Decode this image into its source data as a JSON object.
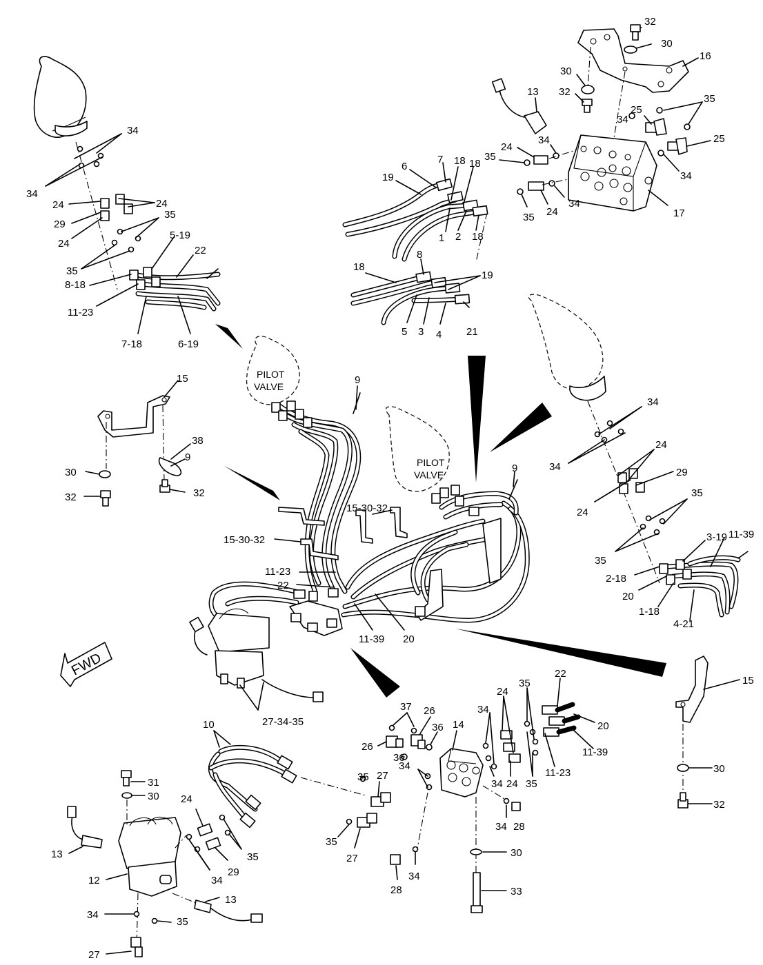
{
  "diagram": {
    "captions": {
      "pilot_valve_1": [
        "PILOT",
        "VALVE"
      ],
      "pilot_valve_2": [
        "PILOT",
        "VALVE"
      ],
      "fwd": "FWD"
    },
    "callouts": [
      {
        "id": "c-32-top",
        "text": "32"
      },
      {
        "id": "c-30-top",
        "text": "30"
      },
      {
        "id": "c-16",
        "text": "16"
      },
      {
        "id": "c-30-b",
        "text": "30"
      },
      {
        "id": "c-32-b",
        "text": "32"
      },
      {
        "id": "c-13-top",
        "text": "13"
      },
      {
        "id": "c-25-a",
        "text": "25"
      },
      {
        "id": "c-34-a",
        "text": "34"
      },
      {
        "id": "c-35-top",
        "text": "35"
      },
      {
        "id": "c-25-b",
        "text": "25"
      },
      {
        "id": "c-34-c",
        "text": "34"
      },
      {
        "id": "c-24-a",
        "text": "24"
      },
      {
        "id": "c-35-c",
        "text": "35"
      },
      {
        "id": "c-34-d",
        "text": "34"
      },
      {
        "id": "c-17",
        "text": "17"
      },
      {
        "id": "c-35-d",
        "text": "35"
      },
      {
        "id": "c-24-d",
        "text": "24"
      },
      {
        "id": "c-34-e",
        "text": "34"
      },
      {
        "id": "c-19-a",
        "text": "19"
      },
      {
        "id": "c-6",
        "text": "6"
      },
      {
        "id": "c-7",
        "text": "7"
      },
      {
        "id": "c-18-a",
        "text": "18"
      },
      {
        "id": "c-18-b",
        "text": "18"
      },
      {
        "id": "c-1",
        "text": "1"
      },
      {
        "id": "c-2",
        "text": "2"
      },
      {
        "id": "c-18-c",
        "text": "18"
      },
      {
        "id": "c-18-d",
        "text": "18"
      },
      {
        "id": "c-8",
        "text": "8"
      },
      {
        "id": "c-19-b",
        "text": "19"
      },
      {
        "id": "c-5",
        "text": "5"
      },
      {
        "id": "c-3",
        "text": "3"
      },
      {
        "id": "c-4",
        "text": "4"
      },
      {
        "id": "c-21",
        "text": "21"
      },
      {
        "id": "c-34-l1",
        "text": "34"
      },
      {
        "id": "c-34-l2",
        "text": "34"
      },
      {
        "id": "c-24-l1",
        "text": "24"
      },
      {
        "id": "c-24-l2",
        "text": "24"
      },
      {
        "id": "c-29-l",
        "text": "29"
      },
      {
        "id": "c-24-l3",
        "text": "24"
      },
      {
        "id": "c-35-l1",
        "text": "35"
      },
      {
        "id": "c-35-l2",
        "text": "35"
      },
      {
        "id": "c-5-19",
        "text": "5-19"
      },
      {
        "id": "c-22-l",
        "text": "22"
      },
      {
        "id": "c-8-18",
        "text": "8-18"
      },
      {
        "id": "c-11-23-l",
        "text": "11-23"
      },
      {
        "id": "c-7-18",
        "text": "7-18"
      },
      {
        "id": "c-6-19",
        "text": "6-19"
      },
      {
        "id": "c-9-a",
        "text": "9"
      },
      {
        "id": "c-15-a",
        "text": "15"
      },
      {
        "id": "c-38",
        "text": "38"
      },
      {
        "id": "c-9-b",
        "text": "9"
      },
      {
        "id": "c-30-l",
        "text": "30"
      },
      {
        "id": "c-32-l1",
        "text": "32"
      },
      {
        "id": "c-32-l2",
        "text": "32"
      },
      {
        "id": "c-15-30-32-a",
        "text": "15-30-32"
      },
      {
        "id": "c-15-30-32-b",
        "text": "15-30-32"
      },
      {
        "id": "c-11-23-m",
        "text": "11-23"
      },
      {
        "id": "c-22-m",
        "text": "22"
      },
      {
        "id": "c-11-39-m",
        "text": "11-39"
      },
      {
        "id": "c-20-m",
        "text": "20"
      },
      {
        "id": "c-9-c",
        "text": "9"
      },
      {
        "id": "c-34-r1",
        "text": "34"
      },
      {
        "id": "c-34-r2",
        "text": "34"
      },
      {
        "id": "c-24-r1",
        "text": "24"
      },
      {
        "id": "c-29-r",
        "text": "29"
      },
      {
        "id": "c-24-r2",
        "text": "24"
      },
      {
        "id": "c-35-r1",
        "text": "35"
      },
      {
        "id": "c-35-r2",
        "text": "35"
      },
      {
        "id": "c-3-19",
        "text": "3-19"
      },
      {
        "id": "c-11-39-r",
        "text": "11-39"
      },
      {
        "id": "c-2-18",
        "text": "2-18"
      },
      {
        "id": "c-20-r",
        "text": "20"
      },
      {
        "id": "c-1-18",
        "text": "1-18"
      },
      {
        "id": "c-4-21",
        "text": "4-21"
      },
      {
        "id": "c-27-34-35",
        "text": "27-34-35"
      },
      {
        "id": "c-15-r",
        "text": "15"
      },
      {
        "id": "c-30-r",
        "text": "30"
      },
      {
        "id": "c-32-r",
        "text": "32"
      },
      {
        "id": "c-10",
        "text": "10"
      },
      {
        "id": "c-31",
        "text": "31"
      },
      {
        "id": "c-30-bl",
        "text": "30"
      },
      {
        "id": "c-24-bl",
        "text": "24"
      },
      {
        "id": "c-35-bl",
        "text": "35"
      },
      {
        "id": "c-13-bl1",
        "text": "13"
      },
      {
        "id": "c-29-bl",
        "text": "29"
      },
      {
        "id": "c-12",
        "text": "12"
      },
      {
        "id": "c-34-bl1",
        "text": "34"
      },
      {
        "id": "c-13-bl2",
        "text": "13"
      },
      {
        "id": "c-34-bl2",
        "text": "34"
      },
      {
        "id": "c-35-bl2",
        "text": "35"
      },
      {
        "id": "c-27-bl",
        "text": "27"
      },
      {
        "id": "c-37",
        "text": "37"
      },
      {
        "id": "c-26-a",
        "text": "26"
      },
      {
        "id": "c-36-a",
        "text": "36"
      },
      {
        "id": "c-14",
        "text": "14"
      },
      {
        "id": "c-26-b",
        "text": "26"
      },
      {
        "id": "c-36-b",
        "text": "36"
      },
      {
        "id": "c-34-bm1",
        "text": "34"
      },
      {
        "id": "c-24-bm1",
        "text": "24"
      },
      {
        "id": "c-35-bm1",
        "text": "35"
      },
      {
        "id": "c-22-bm",
        "text": "22"
      },
      {
        "id": "c-20-bm",
        "text": "20"
      },
      {
        "id": "c-11-39-bm",
        "text": "11-39"
      },
      {
        "id": "c-34-bm2",
        "text": "34"
      },
      {
        "id": "c-24-bm2",
        "text": "24"
      },
      {
        "id": "c-35-bm2",
        "text": "35"
      },
      {
        "id": "c-11-23-bm",
        "text": "11-23"
      },
      {
        "id": "c-35-bm3",
        "text": "35"
      },
      {
        "id": "c-27-bm1",
        "text": "27"
      },
      {
        "id": "c-34-bm3",
        "text": "34"
      },
      {
        "id": "c-34-bm4",
        "text": "34"
      },
      {
        "id": "c-28-a",
        "text": "28"
      },
      {
        "id": "c-35-bm4",
        "text": "35"
      },
      {
        "id": "c-27-bm2",
        "text": "27"
      },
      {
        "id": "c-30-bm",
        "text": "30"
      },
      {
        "id": "c-28-b",
        "text": "28"
      },
      {
        "id": "c-34-bm5",
        "text": "34"
      },
      {
        "id": "c-33",
        "text": "33"
      }
    ]
  }
}
